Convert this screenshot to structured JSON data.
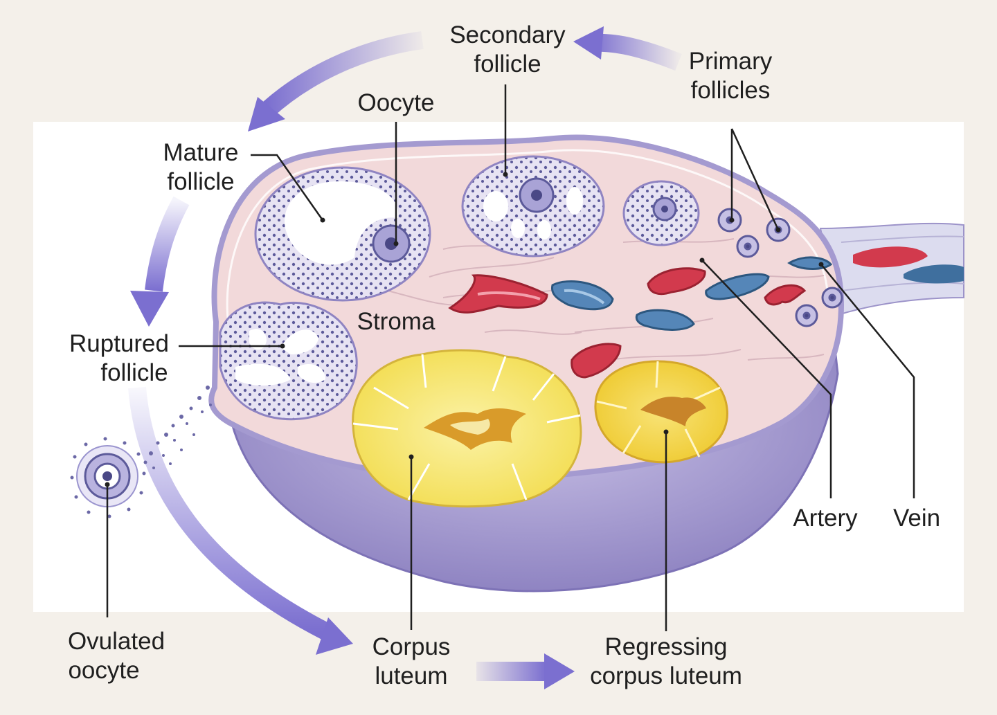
{
  "colors": {
    "background": "#f4f0ea",
    "panel": "#ffffff",
    "stroma": "#f2d9da",
    "capsule": "#9c93c9",
    "follicle_cells": "#5c5a9a",
    "corpus_luteum": "#f8e97a",
    "artery": "#d23a4d",
    "vein": "#3f6f9e",
    "cycle_arrow": "#7b6fd0",
    "leader_line": "#1f1f1f"
  },
  "labels": {
    "secondary_follicle": [
      "Secondary",
      "follicle"
    ],
    "primary_follicles": [
      "Primary",
      "follicles"
    ],
    "oocyte": [
      "Oocyte"
    ],
    "mature_follicle": [
      "Mature",
      "follicle"
    ],
    "stroma": [
      "Stroma"
    ],
    "ruptured_follicle": [
      "Ruptured",
      "follicle"
    ],
    "ovulated_oocyte": [
      "Ovulated",
      "oocyte"
    ],
    "corpus_luteum": [
      "Corpus",
      "luteum"
    ],
    "regressing_corpus_luteum": [
      "Regressing",
      "corpus luteum"
    ],
    "artery": [
      "Artery"
    ],
    "vein": [
      "Vein"
    ]
  },
  "cycle_sequence": [
    "primary_follicles",
    "secondary_follicle",
    "mature_follicle",
    "ruptured_follicle",
    "corpus_luteum",
    "regressing_corpus_luteum"
  ],
  "icons": {
    "cycle_arrow": "arrow-icon"
  }
}
